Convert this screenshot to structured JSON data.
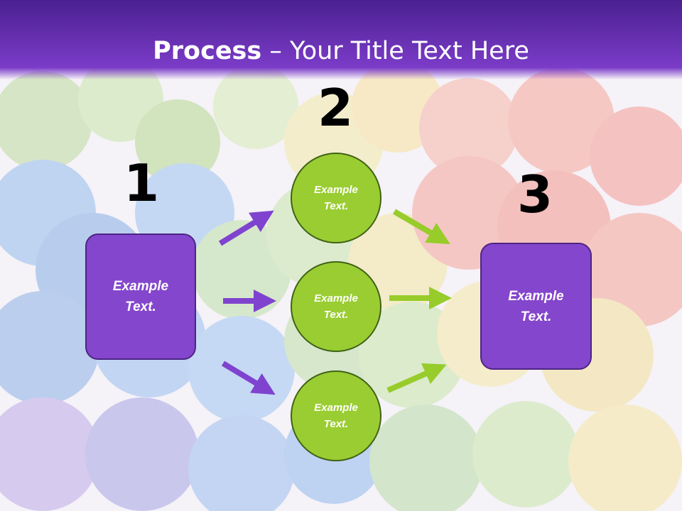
{
  "title": {
    "bold": "Process",
    "rest": " – Your Title Text Here"
  },
  "steps": {
    "n1": "1",
    "n2": "2",
    "n3": "3",
    "box1": "Example\nText.",
    "box3": "Example\nText."
  },
  "circles": [
    {
      "label": "Example\nText."
    },
    {
      "label": "Example\nText."
    },
    {
      "label": "Example\nText."
    }
  ],
  "colors": {
    "purple": "#8446cc",
    "green": "#9acd32",
    "arrow_purple": "#7f43cf",
    "arrow_green": "#97cc2b"
  }
}
